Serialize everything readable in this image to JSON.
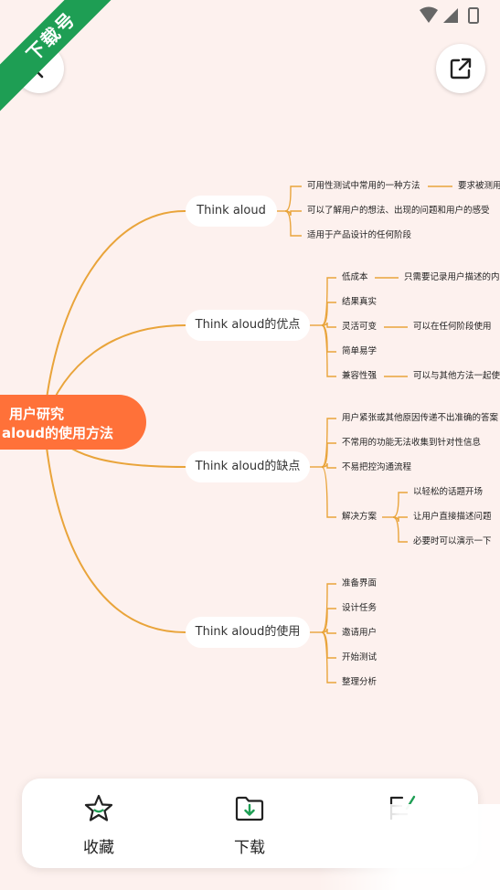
{
  "status_bar": {
    "wifi": "wifi-icon",
    "signal": "signal-icon",
    "battery": "battery-icon"
  },
  "ribbon": {
    "text": "下载号"
  },
  "toolbar": {
    "back": "chevron-left-icon",
    "share": "open-external-icon"
  },
  "mindmap": {
    "root": {
      "line1": "用户研究",
      "line2": "aloud的使用方法"
    },
    "branches": [
      {
        "label": "Think aloud",
        "items": [
          {
            "text": "可用性测试中常用的一种方法",
            "sub": [
              "要求被测用"
            ]
          },
          {
            "text": "可以了解用户的想法、出现的问题和用户的感受",
            "sub": []
          },
          {
            "text": "适用于产品设计的任何阶段",
            "sub": []
          }
        ]
      },
      {
        "label": "Think aloud的优点",
        "items": [
          {
            "text": "低成本",
            "sub": [
              "只需要记录用户描述的内"
            ]
          },
          {
            "text": "结果真实",
            "sub": []
          },
          {
            "text": "灵活可变",
            "sub": [
              "可以在任何阶段使用"
            ]
          },
          {
            "text": "简单易学",
            "sub": []
          },
          {
            "text": "兼容性强",
            "sub": [
              "可以与其他方法一起使"
            ]
          }
        ]
      },
      {
        "label": "Think aloud的缺点",
        "items": [
          {
            "text": "用户紧张或其他原因传递不出准确的答案",
            "sub": []
          },
          {
            "text": "不常用的功能无法收集到针对性信息",
            "sub": []
          },
          {
            "text": "不易把控沟通流程",
            "sub": []
          },
          {
            "text": "解决方案",
            "sub": [
              "以轻松的话题开场",
              "让用户直接描述问题",
              "必要时可以演示一下"
            ]
          }
        ]
      },
      {
        "label": "Think aloud的使用",
        "items": [
          {
            "text": "准备界面",
            "sub": []
          },
          {
            "text": "设计任务",
            "sub": []
          },
          {
            "text": "邀请用户",
            "sub": []
          },
          {
            "text": "开始测试",
            "sub": []
          },
          {
            "text": "整理分析",
            "sub": []
          }
        ]
      }
    ]
  },
  "bottom_bar": {
    "tabs": [
      {
        "label": "收藏",
        "icon": "star-icon"
      },
      {
        "label": "下载",
        "icon": "download-folder-icon"
      },
      {
        "label": "",
        "icon": "edit-list-icon"
      }
    ]
  },
  "colors": {
    "accent": "#ff7139",
    "branch_line": "#e9a43a",
    "background": "#fdf1ee"
  }
}
